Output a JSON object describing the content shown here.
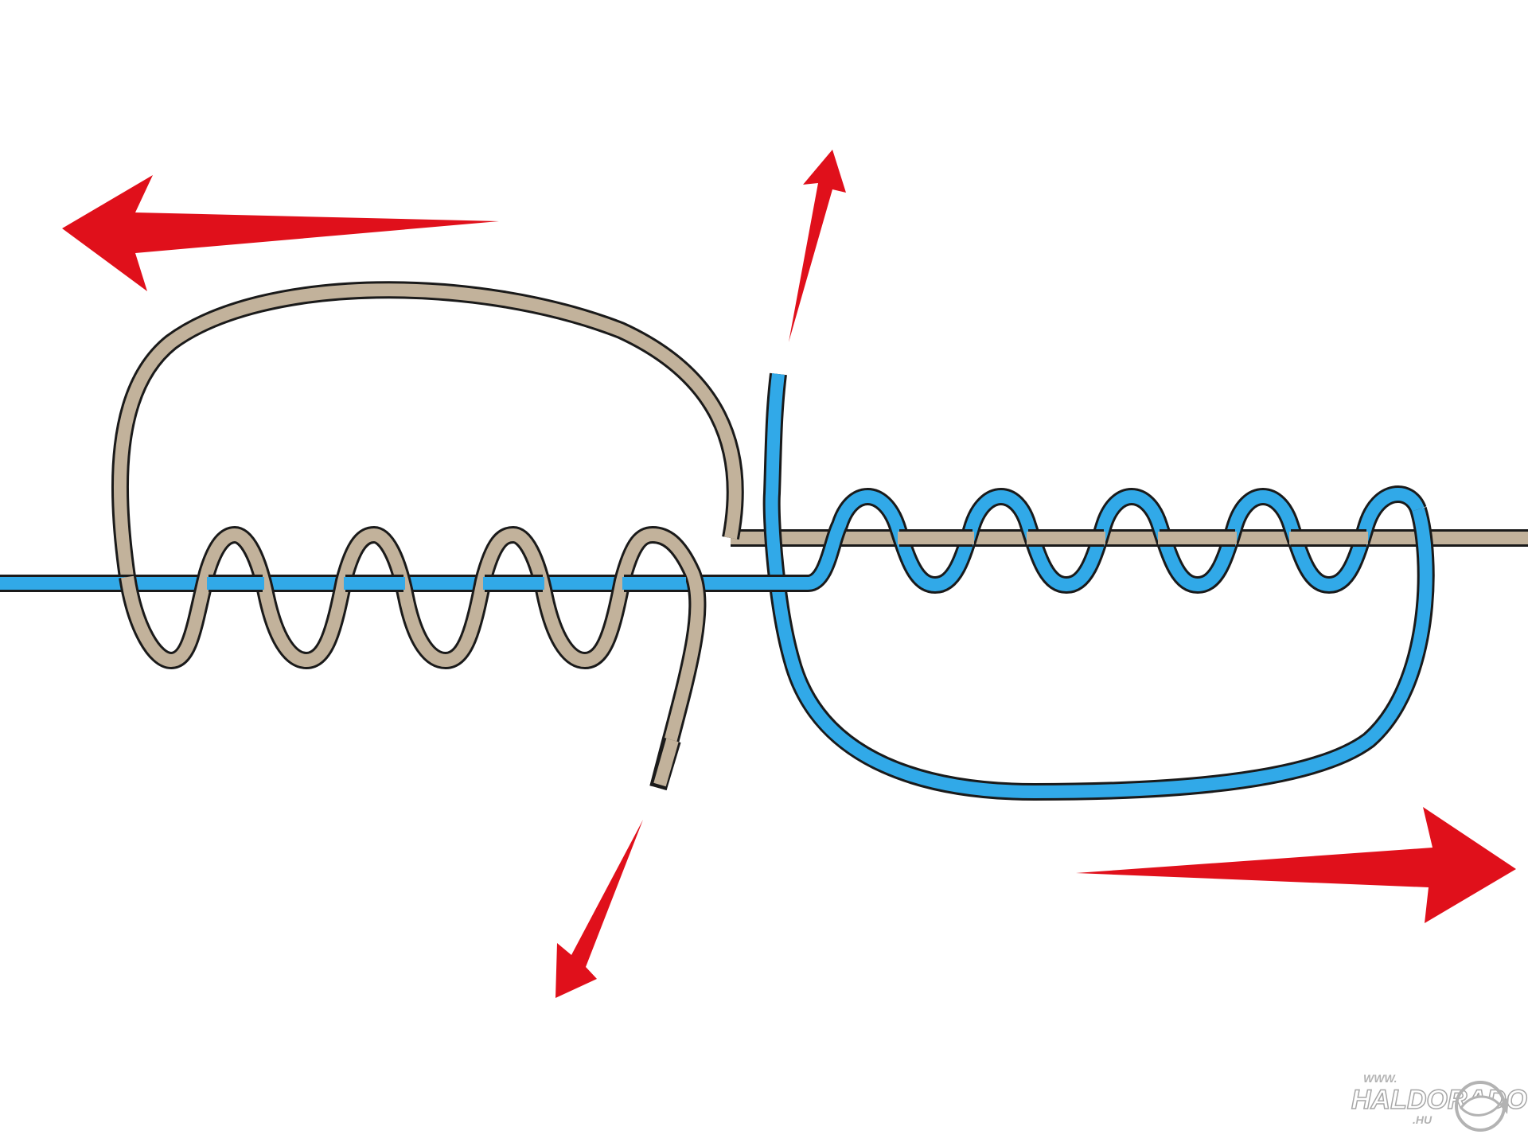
{
  "diagram": {
    "lines": {
      "tan": {
        "color": "#c2b29b",
        "outline": "#1a1a1a"
      },
      "blue": {
        "color": "#31a9e8",
        "outline": "#1a1a1a"
      }
    },
    "arrows": {
      "color": "#e0101b",
      "items": [
        {
          "direction": "left"
        },
        {
          "direction": "up-right"
        },
        {
          "direction": "down-left"
        },
        {
          "direction": "right"
        }
      ]
    }
  },
  "watermark": {
    "prefix": "WWW.",
    "name": "HALDORADO",
    "suffix": ".HU",
    "icon": "fish-logo-icon",
    "color": "#9a9a9a"
  }
}
